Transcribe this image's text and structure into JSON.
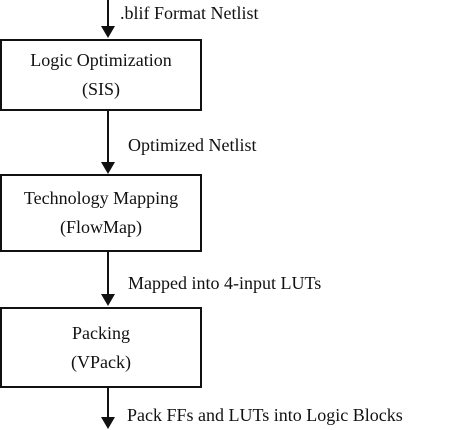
{
  "stages": [
    {
      "name": "Logic Optimization",
      "tool": "(SIS)"
    },
    {
      "name": "Technology Mapping",
      "tool": "(FlowMap)"
    },
    {
      "name": "Packing",
      "tool": "(VPack)"
    }
  ],
  "edges": [
    {
      "label": ".blif Format Netlist"
    },
    {
      "label": "Optimized Netlist"
    },
    {
      "label": "Mapped into 4-input LUTs"
    },
    {
      "label": "Pack FFs and LUTs into Logic Blocks"
    }
  ]
}
